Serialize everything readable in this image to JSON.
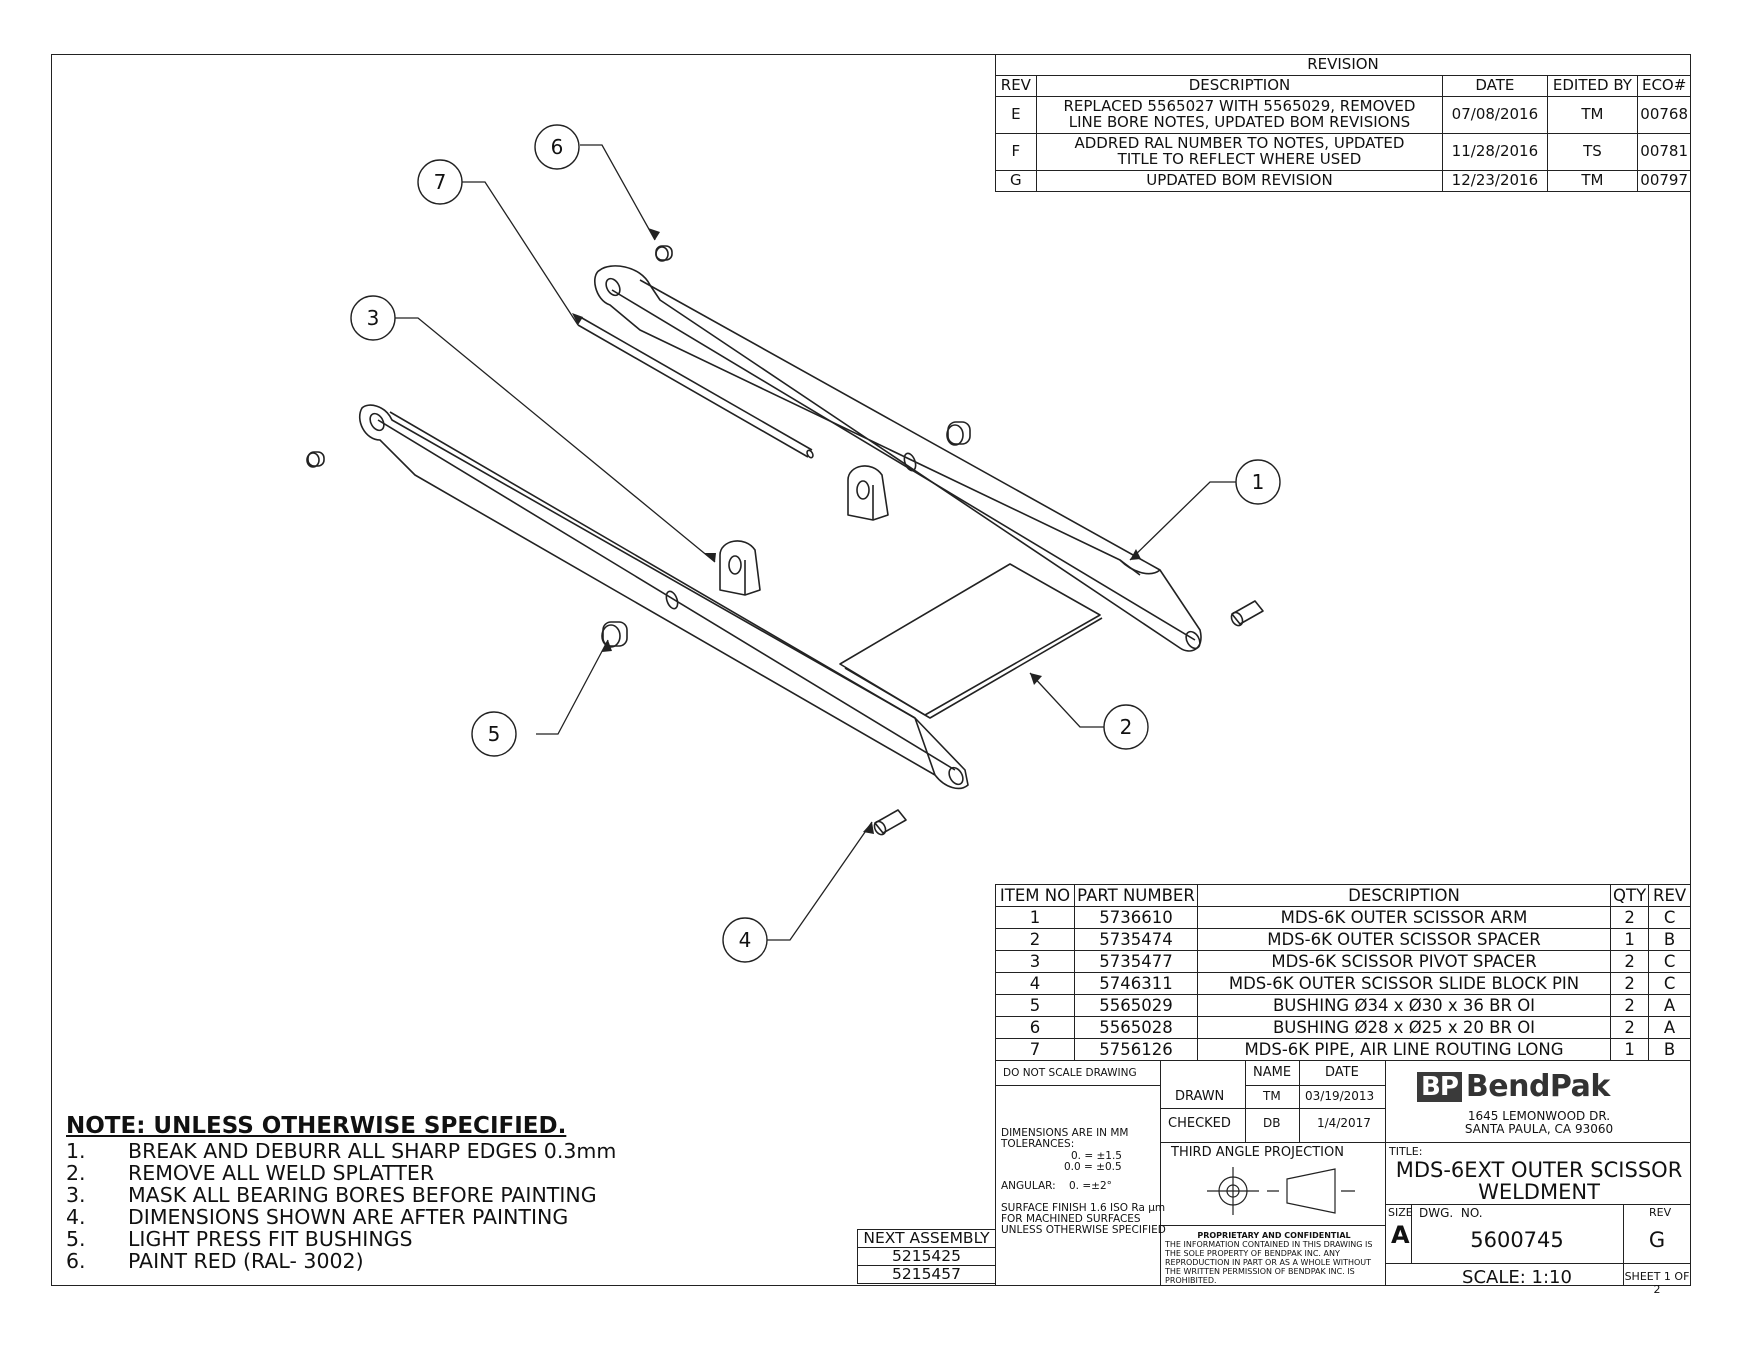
{
  "revision": {
    "title": "REVISION",
    "headers": [
      "REV",
      "DESCRIPTION",
      "DATE",
      "EDITED BY",
      "ECO#"
    ],
    "rows": [
      {
        "rev": "E",
        "desc1": "REPLACED 5565027 WITH 5565029, REMOVED",
        "desc2": "LINE BORE NOTES, UPDATED BOM REVISIONS",
        "date": "07/08/2016",
        "by": "TM",
        "eco": "00768"
      },
      {
        "rev": "F",
        "desc1": "ADDRED RAL NUMBER TO NOTES, UPDATED",
        "desc2": "TITLE TO REFLECT WHERE USED",
        "date": "11/28/2016",
        "by": "TS",
        "eco": "00781"
      },
      {
        "rev": "G",
        "desc1": "UPDATED BOM REVISION",
        "desc2": "",
        "date": "12/23/2016",
        "by": "TM",
        "eco": "00797"
      }
    ]
  },
  "bom": {
    "headers": [
      "ITEM NO",
      "PART NUMBER",
      "DESCRIPTION",
      "QTY",
      "REV"
    ],
    "rows": [
      {
        "item": "1",
        "part": "5736610",
        "desc": "MDS-6K OUTER SCISSOR ARM",
        "qty": "2",
        "rev": "C"
      },
      {
        "item": "2",
        "part": "5735474",
        "desc": "MDS-6K OUTER SCISSOR SPACER",
        "qty": "1",
        "rev": "B"
      },
      {
        "item": "3",
        "part": "5735477",
        "desc": "MDS-6K SCISSOR PIVOT SPACER",
        "qty": "2",
        "rev": "C"
      },
      {
        "item": "4",
        "part": "5746311",
        "desc": "MDS-6K OUTER SCISSOR SLIDE BLOCK PIN",
        "qty": "2",
        "rev": "C"
      },
      {
        "item": "5",
        "part": "5565029",
        "desc": "BUSHING Ø34 x Ø30 x 36 BR OI",
        "qty": "2",
        "rev": "A"
      },
      {
        "item": "6",
        "part": "5565028",
        "desc": "BUSHING Ø28 x Ø25 x 20 BR OI",
        "qty": "2",
        "rev": "A"
      },
      {
        "item": "7",
        "part": "5756126",
        "desc": "MDS-6K PIPE, AIR LINE ROUTING LONG",
        "qty": "1",
        "rev": "B"
      }
    ]
  },
  "notes": {
    "header": "NOTE: UNLESS OTHERWISE SPECIFIED.",
    "items": [
      {
        "num": "1.",
        "text": "BREAK AND DEBURR ALL SHARP EDGES 0.3mm"
      },
      {
        "num": "2.",
        "text": "REMOVE ALL WELD SPLATTER"
      },
      {
        "num": "3.",
        "text": "MASK ALL BEARING BORES BEFORE PAINTING"
      },
      {
        "num": "4.",
        "text": "DIMENSIONS SHOWN ARE AFTER PAINTING"
      },
      {
        "num": "5.",
        "text": "LIGHT PRESS FIT BUSHINGS"
      },
      {
        "num": "6.",
        "text": "PAINT RED (RAL- 3002)"
      }
    ]
  },
  "next_assembly": {
    "label": "NEXT ASSEMBLY",
    "values": [
      "5215425",
      "5215457"
    ]
  },
  "title_block": {
    "do_not_scale": "DO NOT SCALE DRAWING",
    "name_label": "NAME",
    "date_label": "DATE",
    "drawn_label": "DRAWN",
    "drawn_name": "TM",
    "drawn_date": "03/19/2013",
    "checked_label": "CHECKED",
    "checked_name": "DB",
    "checked_date": "1/4/2017",
    "dims_line1": "DIMENSIONS ARE IN MM",
    "dims_line2": "TOLERANCES:",
    "tol1": "0. = ±1.5",
    "tol2": "0.0 = ±0.5",
    "angular": "ANGULAR:    0. =±2°",
    "finish1": "SURFACE FINISH 1.6 ISO Ra µm",
    "finish2": "FOR MACHINED SURFACES",
    "finish3": "UNLESS OTHERWISE SPECIFIED",
    "projection": "THIRD ANGLE PROJECTION",
    "prop_title": "PROPRIETARY AND CONFIDENTIAL",
    "prop_1": "THE INFORMATION CONTAINED IN THIS DRAWING IS",
    "prop_2": "THE SOLE PROPERTY OF BENDPAK INC. ANY",
    "prop_3": "REPRODUCTION IN PART OR AS A WHOLE WITHOUT",
    "prop_4": "THE WRITTEN PERMISSION OF BENDPAK INC. IS",
    "prop_5": "PROHIBITED.",
    "logo_bp": "BP",
    "logo_name": "BendPak",
    "addr1": "1645 LEMONWOOD DR.",
    "addr2": "SANTA PAULA, CA 93060",
    "title_label": "TITLE:",
    "title1": "MDS-6EXT OUTER SCISSOR",
    "title2": "WELDMENT",
    "size_label": "SIZE",
    "size": "A",
    "dwg_label": "DWG.  NO.",
    "dwg_no": "5600745",
    "rev_label": "REV",
    "rev": "G",
    "scale": "SCALE: 1:10",
    "sheet": "SHEET 1 OF 2"
  },
  "balloons": [
    "1",
    "2",
    "3",
    "4",
    "5",
    "6",
    "7"
  ],
  "colors": {
    "line": "#222222",
    "paper": "#ffffff",
    "logo_red": "#c8232c"
  }
}
